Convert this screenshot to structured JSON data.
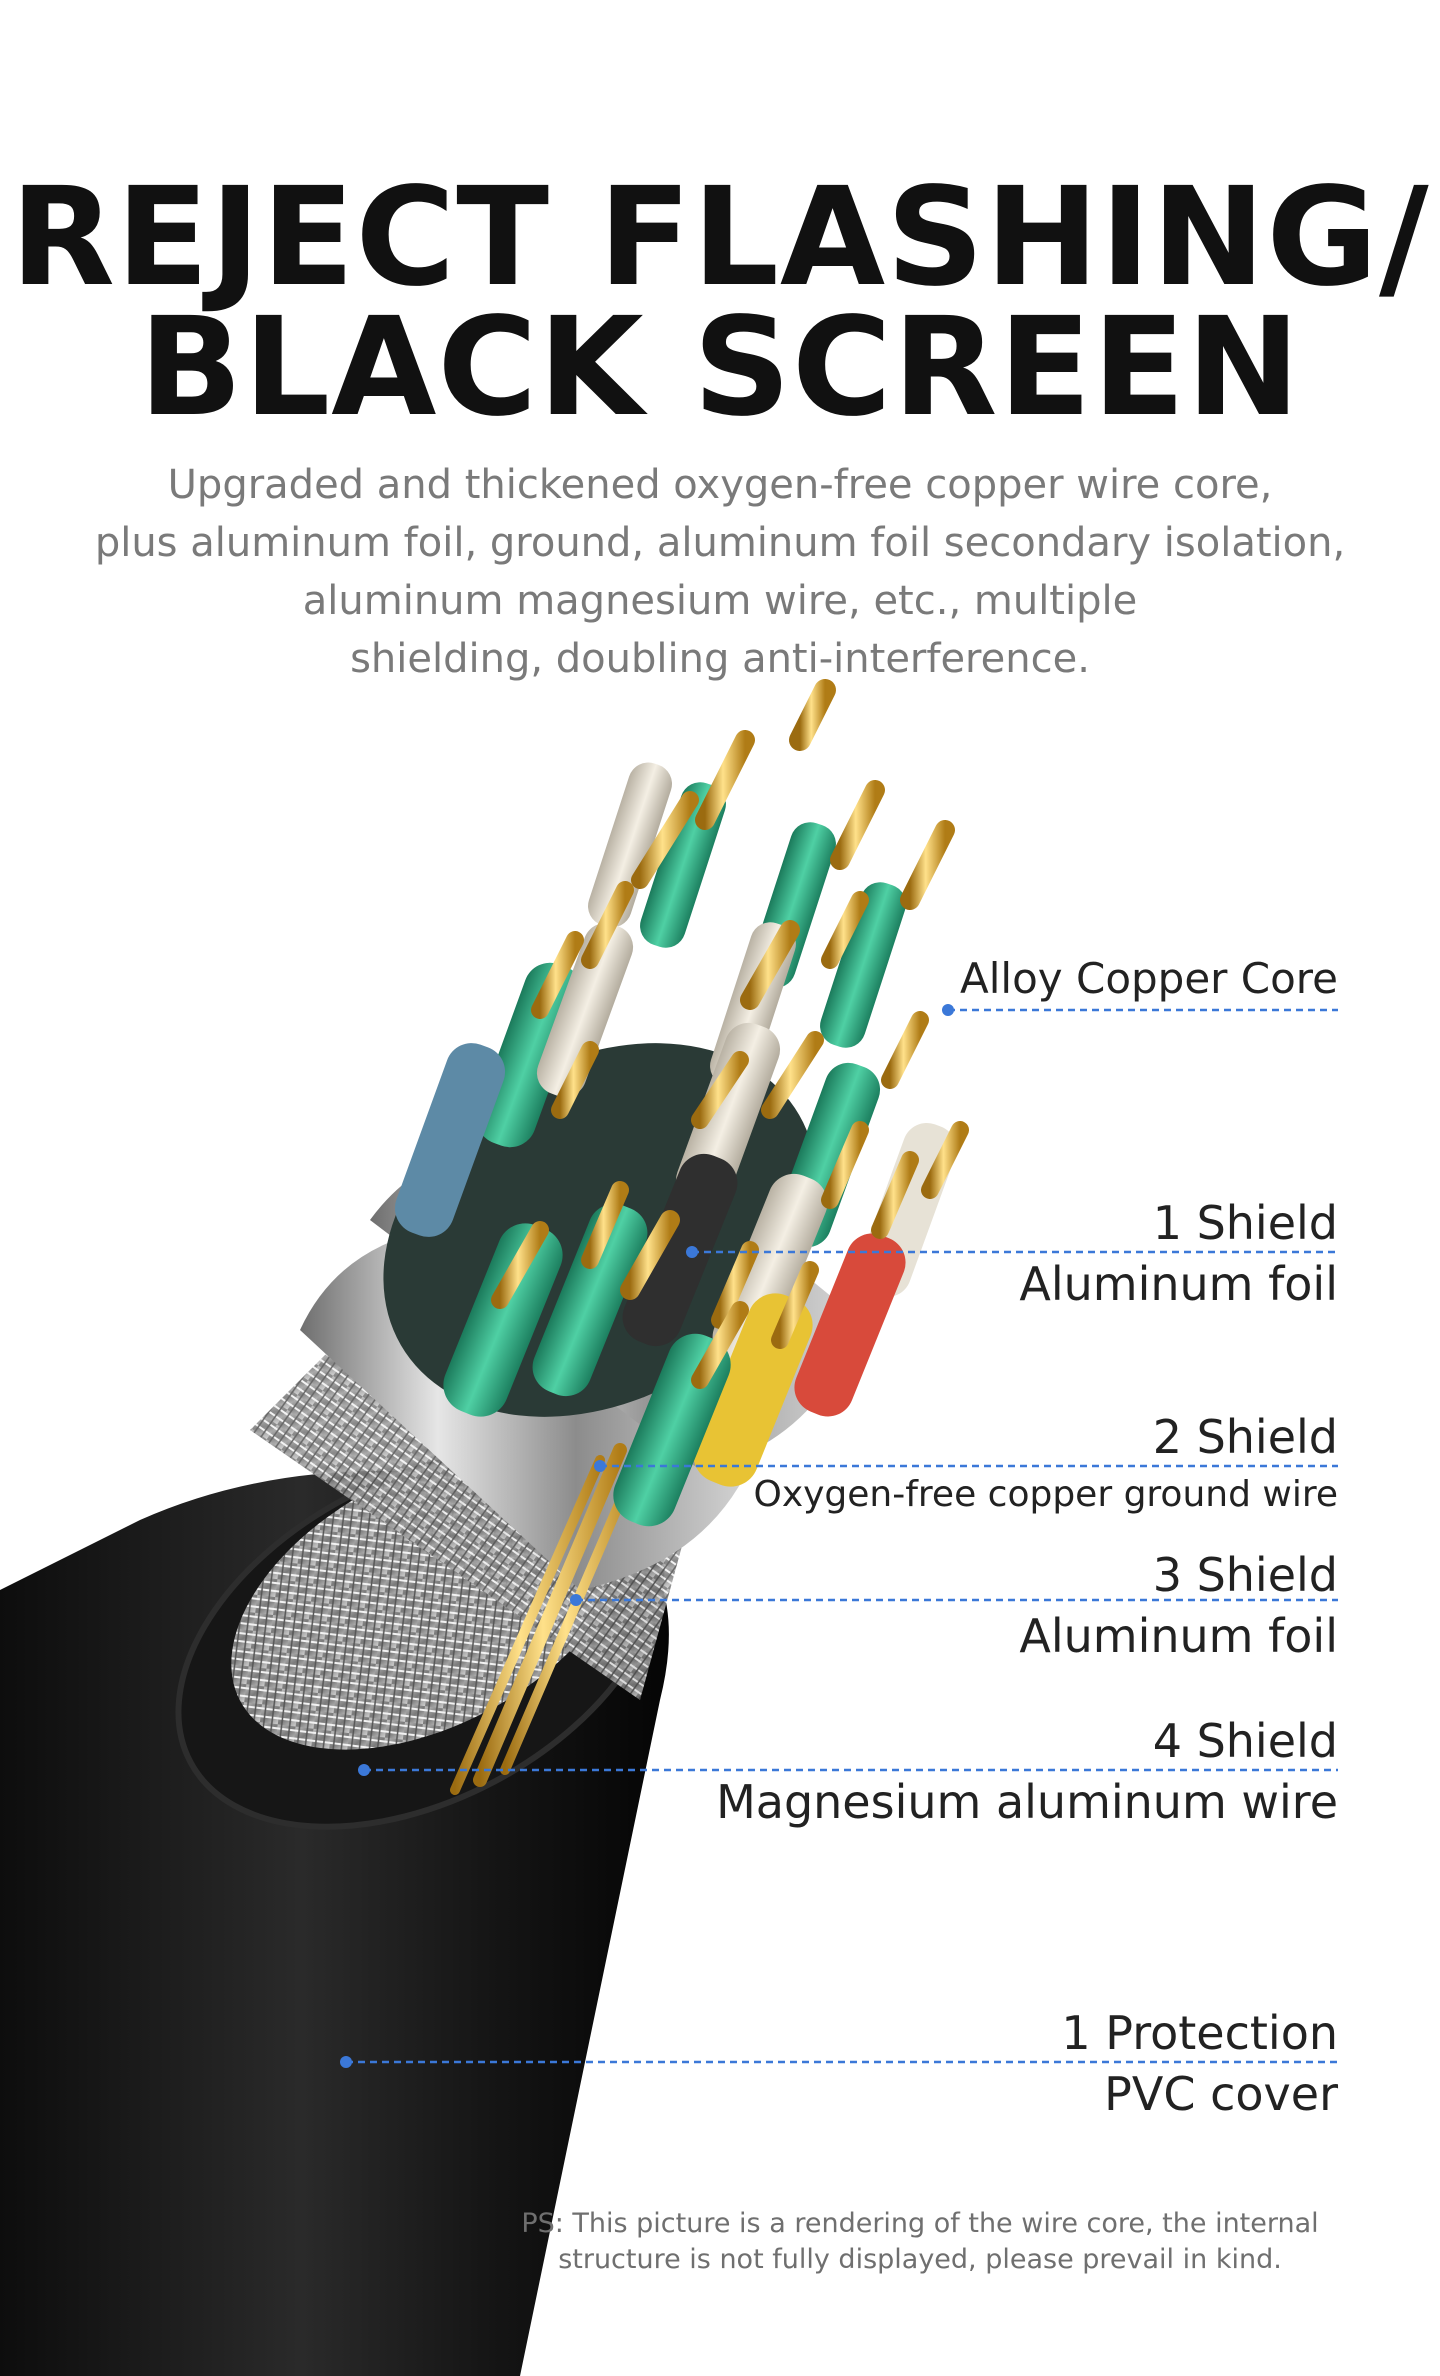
{
  "headline": {
    "line1": "REJECT FLASHING/",
    "line2": "BLACK SCREEN"
  },
  "subtitle": {
    "lines": [
      "Upgraded and thickened oxygen-free copper wire core,",
      "plus aluminum foil, ground, aluminum foil secondary isolation,",
      "aluminum magnesium wire, etc., multiple",
      "shielding, doubling anti-interference."
    ]
  },
  "labels": {
    "core": "Alloy Copper Core",
    "shield1": {
      "title": "1 Shield",
      "desc": "Aluminum foil"
    },
    "shield2": {
      "title": "2 Shield",
      "desc": "Oxygen-free copper ground wire"
    },
    "shield3": {
      "title": "3 Shield",
      "desc": "Aluminum foil"
    },
    "shield4": {
      "title": "4 Shield",
      "desc": "Magnesium aluminum wire"
    },
    "protection": {
      "title": "1 Protection",
      "desc": "PVC cover"
    }
  },
  "footnote": {
    "line1": "PS: This picture is a rendering of the wire core, the internal",
    "line2": "structure is not fully displayed, please prevail in kind."
  },
  "colors": {
    "leader_line": "#3b78d8",
    "wire_green": "#2fa37d",
    "gold": "#d8a22a",
    "jacket": "#1c1c1c"
  }
}
